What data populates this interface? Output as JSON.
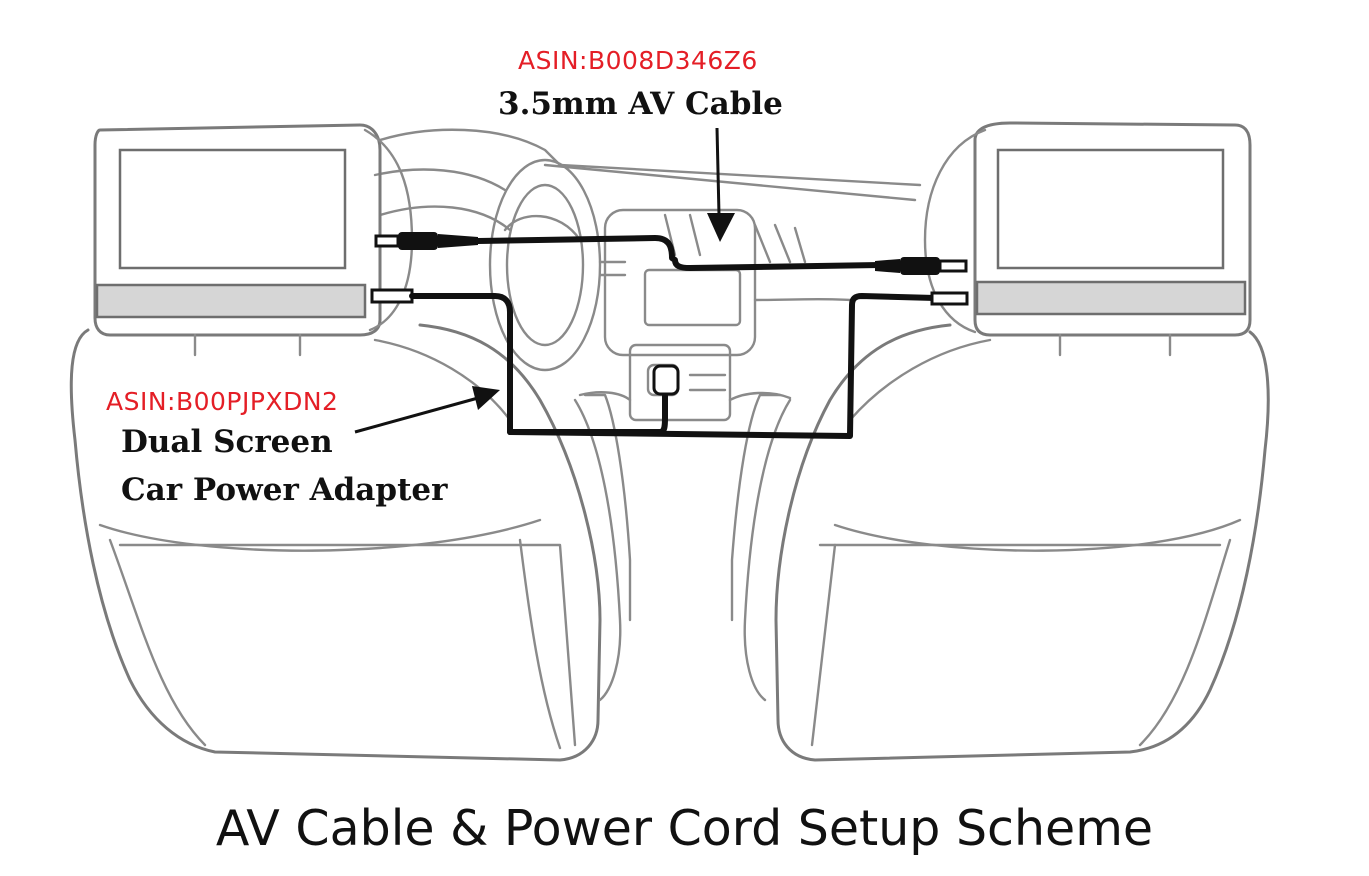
{
  "av_cable": {
    "asin": "ASIN:B008D346Z6",
    "name": "3.5mm AV Cable"
  },
  "power_adapter": {
    "asin": "ASIN:B00PJPXDN2",
    "name_line1": "Dual Screen",
    "name_line2": "Car Power Adapter"
  },
  "caption": "AV Cable & Power Cord Setup Scheme",
  "colors": {
    "asin_text": "#e41e26",
    "label_text": "#111111",
    "outline": "#7a7a7a",
    "screen_band": "#d6d6d6",
    "cable": "#111111"
  }
}
